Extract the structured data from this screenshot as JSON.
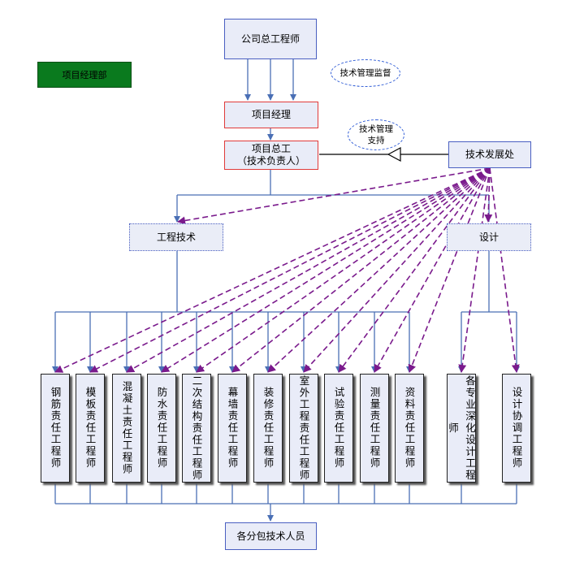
{
  "top_box": "公司总工程师",
  "pm_dept_label": "项目经理部",
  "oval_supervise": "技术管理监督",
  "project_manager": "项目经理",
  "oval_support": "技术管理\n支持",
  "chief_engineer": "项目总工\n（技术负责人）",
  "tech_dev": "技术发展处",
  "eng_tech": "工程技术",
  "design": "设计",
  "engineers": [
    "钢筋责任工程师",
    "模板责任工程师",
    "混凝土责任工程师",
    "防水责任工程师",
    "二次结构责任工程师",
    "幕墙责任工程师",
    "装修责任工程师",
    "室外工程责任工程师",
    "试验责任工程师",
    "测量责任工程师",
    "资料责任工程师",
    "各专业深化设计工程师",
    "设计协调工程师"
  ],
  "bottom_box": "各分包技术人员",
  "colors": {
    "line_blue": "#4a6fb5",
    "dashed_purple": "#7a1a8c",
    "box_fill": "#e9ecf8",
    "green": "#0a7a1e"
  }
}
